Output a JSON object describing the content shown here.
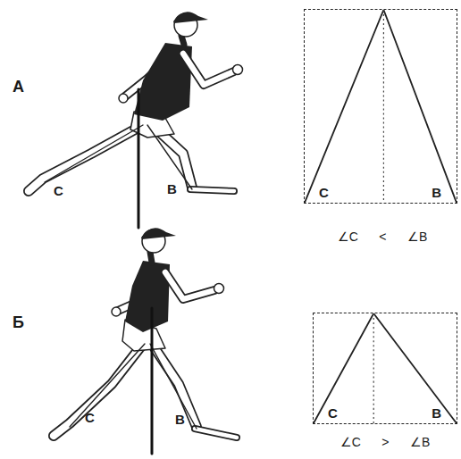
{
  "diagram": {
    "nodes": [
      {
        "text": [
          "С",
          "В"
        ]
      },
      {
        "text": [
          "С",
          "В"
        ]
      }
    ],
    "labels": [
      "А",
      "С",
      "В",
      "∠С < ∠В",
      "Б",
      "С",
      "В",
      "∠С > ∠В"
    ]
  }
}
